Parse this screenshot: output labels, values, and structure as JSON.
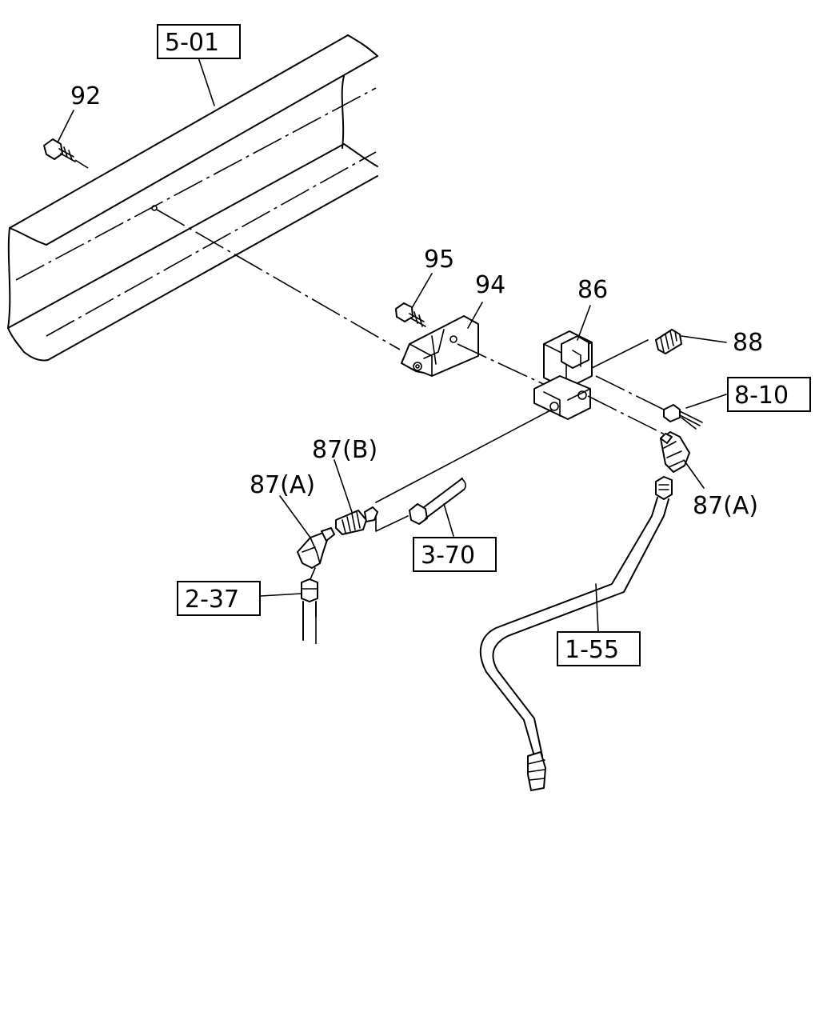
{
  "callouts": {
    "ref_5_01": "5-01",
    "ref_8_10": "8-10",
    "ref_3_70": "3-70",
    "ref_2_37": "2-37",
    "ref_1_55": "1-55",
    "p92": "92",
    "p95": "95",
    "p94": "94",
    "p86": "86",
    "p88": "88",
    "p87b": "87(B)",
    "p87a_left": "87(A)",
    "p87a_right": "87(A)"
  }
}
